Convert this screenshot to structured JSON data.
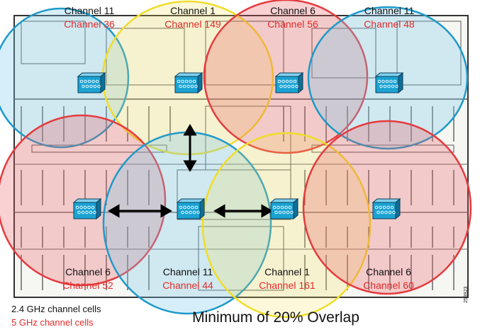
{
  "colors": {
    "blue": "#1f9ac9",
    "yellow": "#f0dd2a",
    "red": "#e43b3f",
    "text_5ghz": "#e32b2b",
    "ap_fill": "#1aa3d3"
  },
  "cells": [
    {
      "channel_24": "Channel 11",
      "channel_5": "Channel 36",
      "color": "blue"
    },
    {
      "channel_24": "Channel 1",
      "channel_5": "Channel 149",
      "color": "yellow"
    },
    {
      "channel_24": "Channel 6",
      "channel_5": "Channel 56",
      "color": "red"
    },
    {
      "channel_24": "Channel 11",
      "channel_5": "Channel 48",
      "color": "blue"
    },
    {
      "channel_24": "Channel 6",
      "channel_5": "Channel 52",
      "color": "red"
    },
    {
      "channel_24": "Channel 11",
      "channel_5": "Channel 44",
      "color": "blue"
    },
    {
      "channel_24": "Channel 1",
      "channel_5": "Channel 161",
      "color": "yellow"
    },
    {
      "channel_24": "Channel 6",
      "channel_5": "Channel 60",
      "color": "red"
    }
  ],
  "legend": {
    "ghz24": "2.4 GHz channel cells",
    "ghz5": "5 GHz channel cells"
  },
  "title": "Minimum of 20% Overlap",
  "figure_id": "253923"
}
